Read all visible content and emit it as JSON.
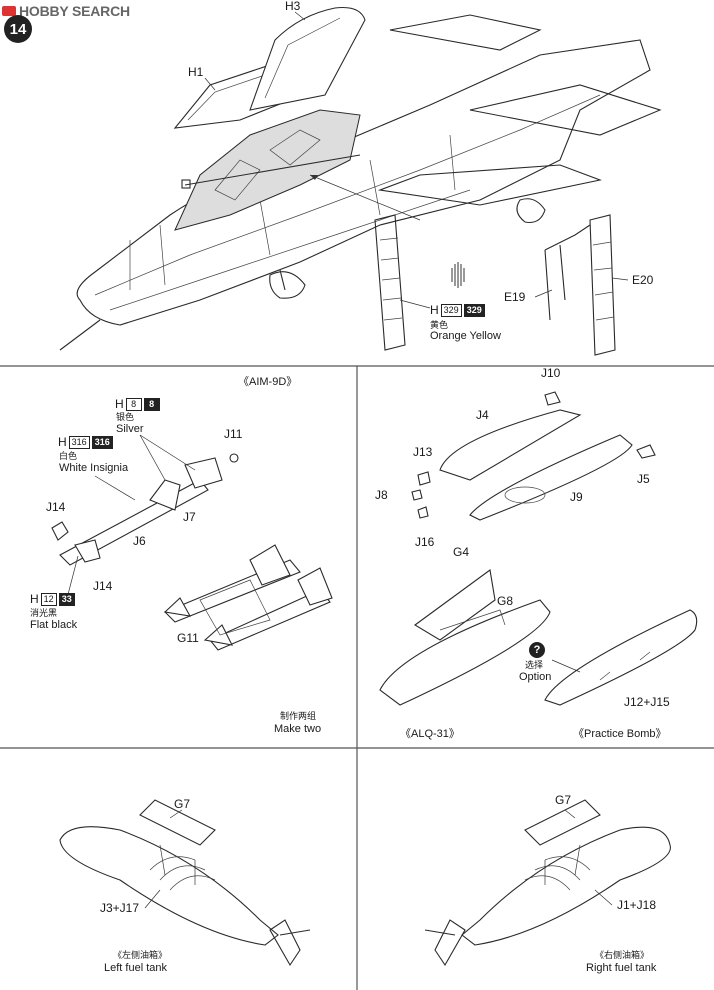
{
  "header": {
    "watermark": "HOBBY SEARCH",
    "step_number": "14"
  },
  "top": {
    "parts": {
      "h3": "H3",
      "h1": "H1",
      "e19": "E19",
      "e20": "E20"
    },
    "paint": {
      "letter": "H",
      "code_light": "329",
      "code_dark": "329",
      "cn": "黄色",
      "en": "Orange Yellow"
    }
  },
  "aim9d": {
    "title": "《AIM-9D》",
    "silver": {
      "letter": "H",
      "code_light": "8",
      "code_dark": "8",
      "cn": "银色",
      "en": "Silver"
    },
    "white": {
      "letter": "H",
      "code_light": "316",
      "code_dark": "316",
      "cn": "白色",
      "en": "White Insignia"
    },
    "black": {
      "letter": "H",
      "code_light": "12",
      "code_dark": "33",
      "cn": "消光黑",
      "en": "Flat black"
    },
    "parts": {
      "j11": "J11",
      "j14a": "J14",
      "j14b": "J14",
      "j7": "J7",
      "j6": "J6",
      "g11": "G11"
    },
    "make_two": {
      "cn": "制作两组",
      "en": "Make two"
    }
  },
  "alq": {
    "parts": {
      "j10": "J10",
      "j4": "J4",
      "j13": "J13",
      "j8": "J8",
      "j9": "J9",
      "j5": "J5",
      "j16": "J16",
      "g4": "G4",
      "g8": "G8",
      "j12j15": "J12+J15"
    },
    "option": {
      "icon": "?",
      "cn": "选择",
      "en": "Option"
    },
    "title_alq": "《ALQ-31》",
    "title_bomb": "《Practice Bomb》"
  },
  "left_tank": {
    "part_g7": "G7",
    "part_combo": "J3+J17",
    "cn": "《左侧油箱》",
    "en": "Left fuel tank"
  },
  "right_tank": {
    "part_g7": "G7",
    "part_combo": "J1+J18",
    "cn": "《右侧油箱》",
    "en": "Right fuel tank"
  }
}
